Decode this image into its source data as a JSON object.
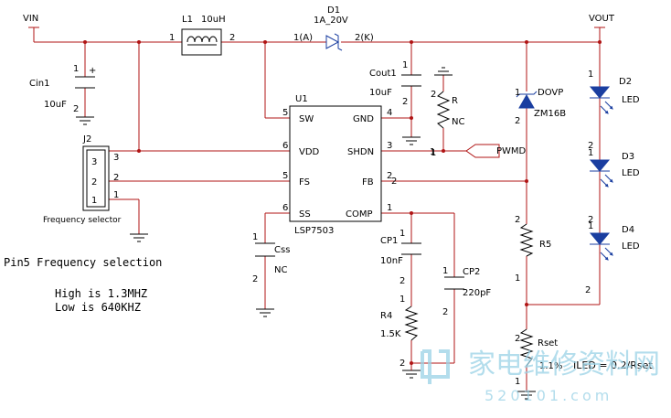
{
  "nets": {
    "vin": "VIN",
    "vout": "VOUT",
    "pwmd": "PWMD"
  },
  "l1": {
    "ref": "L1",
    "value": "10uH",
    "pin1": "1",
    "pin2": "2"
  },
  "d1": {
    "ref": "D1",
    "value": "1A_20V",
    "pin_a": "1(A)",
    "pin_k": "2(K)"
  },
  "cin1": {
    "ref": "Cin1",
    "value": "10uF",
    "pin1": "1",
    "pin2": "2",
    "plus": "+"
  },
  "cout1": {
    "ref": "Cout1",
    "value": "10uF",
    "pin1": "1",
    "pin2": "2"
  },
  "r": {
    "ref": "R",
    "value": "NC",
    "pin1": "1",
    "pin2": "2"
  },
  "dovp": {
    "ref": "DOVP",
    "value": "ZM16B",
    "pin1": "1",
    "pin2": "2"
  },
  "leds": [
    {
      "ref": "D2",
      "value": "LED",
      "pin1": "1",
      "pin2": "2"
    },
    {
      "ref": "D3",
      "value": "LED",
      "pin1": "1",
      "pin2": "2"
    },
    {
      "ref": "D4",
      "value": "LED",
      "pin1": "1",
      "pin2": "2"
    }
  ],
  "u1": {
    "ref": "U1",
    "part": "LSP7503",
    "left_pins": [
      {
        "name": "SW",
        "num": "5"
      },
      {
        "name": "VDD",
        "num": "6"
      },
      {
        "name": "FS",
        "num": "5"
      },
      {
        "name": "SS",
        "num": "6"
      }
    ],
    "right_pins": [
      {
        "name": "GND",
        "num": "4"
      },
      {
        "name": "SHDN",
        "num": "3"
      },
      {
        "name": "FB",
        "num": "2"
      },
      {
        "name": "COMP",
        "num": "1"
      }
    ]
  },
  "j2": {
    "ref": "J2",
    "caption": "Frequency selector",
    "pins": [
      "3",
      "2",
      "1"
    ],
    "wire_pins": [
      "3",
      "2",
      "1"
    ]
  },
  "css": {
    "ref": "Css",
    "value": "NC",
    "pin1": "1",
    "pin2": "2"
  },
  "cp1": {
    "ref": "CP1",
    "value": "10nF",
    "pin1": "1",
    "pin2": "2"
  },
  "cp2": {
    "ref": "CP2",
    "value": "220pF",
    "pin1": "1",
    "pin2": "2"
  },
  "r4": {
    "ref": "R4",
    "value": "1.5K",
    "pin1": "1",
    "pin2": "2"
  },
  "r5": {
    "ref": "R5",
    "pin1": "1",
    "pin2": "2"
  },
  "rset": {
    "ref": "Rset",
    "value": "1.1%",
    "pin1": "1",
    "pin2": "2"
  },
  "misc_pins": {
    "fb_right": "2",
    "shdn_right": "1",
    "d4_bottom": "2",
    "cp_bottom": "2",
    "r5_bottom": "1"
  },
  "notes": {
    "title": "Pin5 Frequency selection",
    "high": "High is 1.3MHZ",
    "low": "Low is 640KHZ",
    "iled": "ILED = 0.2/Rset"
  },
  "watermark": {
    "cn": "家电维修资料网",
    "url": "520101.com"
  }
}
